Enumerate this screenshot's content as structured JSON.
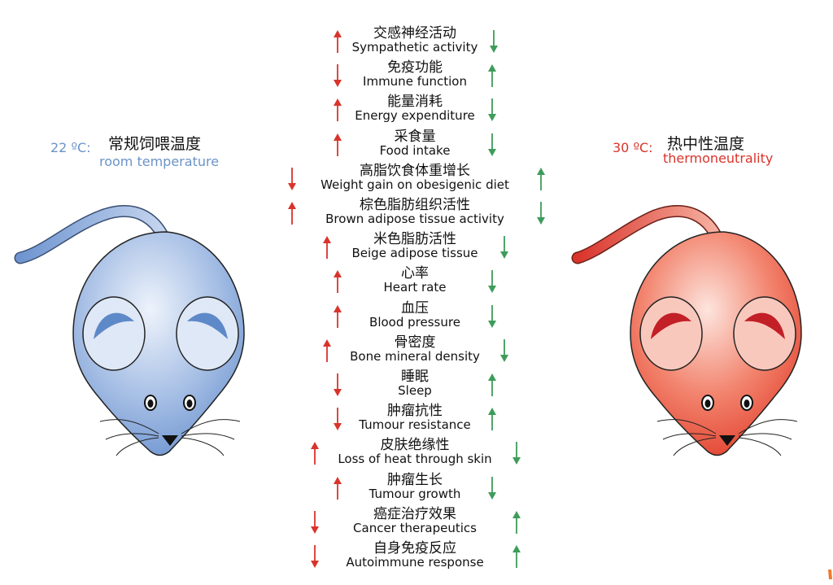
{
  "left": {
    "temperature": "22 ºC:",
    "label_zh": "常规饲喂温度",
    "label_en": "room temperature",
    "color": "#6b93c9"
  },
  "right": {
    "temperature": "30 ºC:",
    "label_zh": "热中性温度",
    "label_en": "thermoneutrality",
    "color": "#d9342b"
  },
  "arrow_colors": {
    "up_red": "#d9342b",
    "down_red": "#d9342b",
    "up_green": "#3e9c5a",
    "down_green": "#3e9c5a"
  },
  "rows": [
    {
      "zh": "交感神经活动",
      "en": "Sympathetic activity",
      "left": "up",
      "right": "down"
    },
    {
      "zh": "免疫功能",
      "en": "Immune function",
      "left": "down",
      "right": "up"
    },
    {
      "zh": "能量消耗",
      "en": "Energy expenditure",
      "left": "up",
      "right": "down"
    },
    {
      "zh": "采食量",
      "en": "Food intake",
      "left": "up",
      "right": "down"
    },
    {
      "zh": "高脂饮食体重增长",
      "en": "Weight gain on obesigenic diet",
      "left": "down",
      "right": "up"
    },
    {
      "zh": "棕色脂肪组织活性",
      "en": "Brown adipose tissue activity",
      "left": "up",
      "right": "down"
    },
    {
      "zh": "米色脂肪活性",
      "en": "Beige adipose tissue",
      "left": "up",
      "right": "down"
    },
    {
      "zh": "心率",
      "en": "Heart rate",
      "left": "up",
      "right": "down"
    },
    {
      "zh": "血压",
      "en": "Blood pressure",
      "left": "up",
      "right": "down"
    },
    {
      "zh": "骨密度",
      "en": "Bone mineral density",
      "left": "up",
      "right": "down"
    },
    {
      "zh": "睡眠",
      "en": "Sleep",
      "left": "down",
      "right": "up"
    },
    {
      "zh": "肿瘤抗性",
      "en": "Tumour resistance",
      "left": "down",
      "right": "up"
    },
    {
      "zh": "皮肤绝缘性",
      "en": "Loss of heat through skin",
      "left": "up",
      "right": "down"
    },
    {
      "zh": "肿瘤生长",
      "en": "Tumour growth",
      "left": "up",
      "right": "down"
    },
    {
      "zh": "癌症治疗效果",
      "en": "Cancer therapeutics",
      "left": "down",
      "right": "up"
    },
    {
      "zh": "自身免疫反应",
      "en": "Autoimmune response",
      "left": "down",
      "right": "up"
    }
  ]
}
